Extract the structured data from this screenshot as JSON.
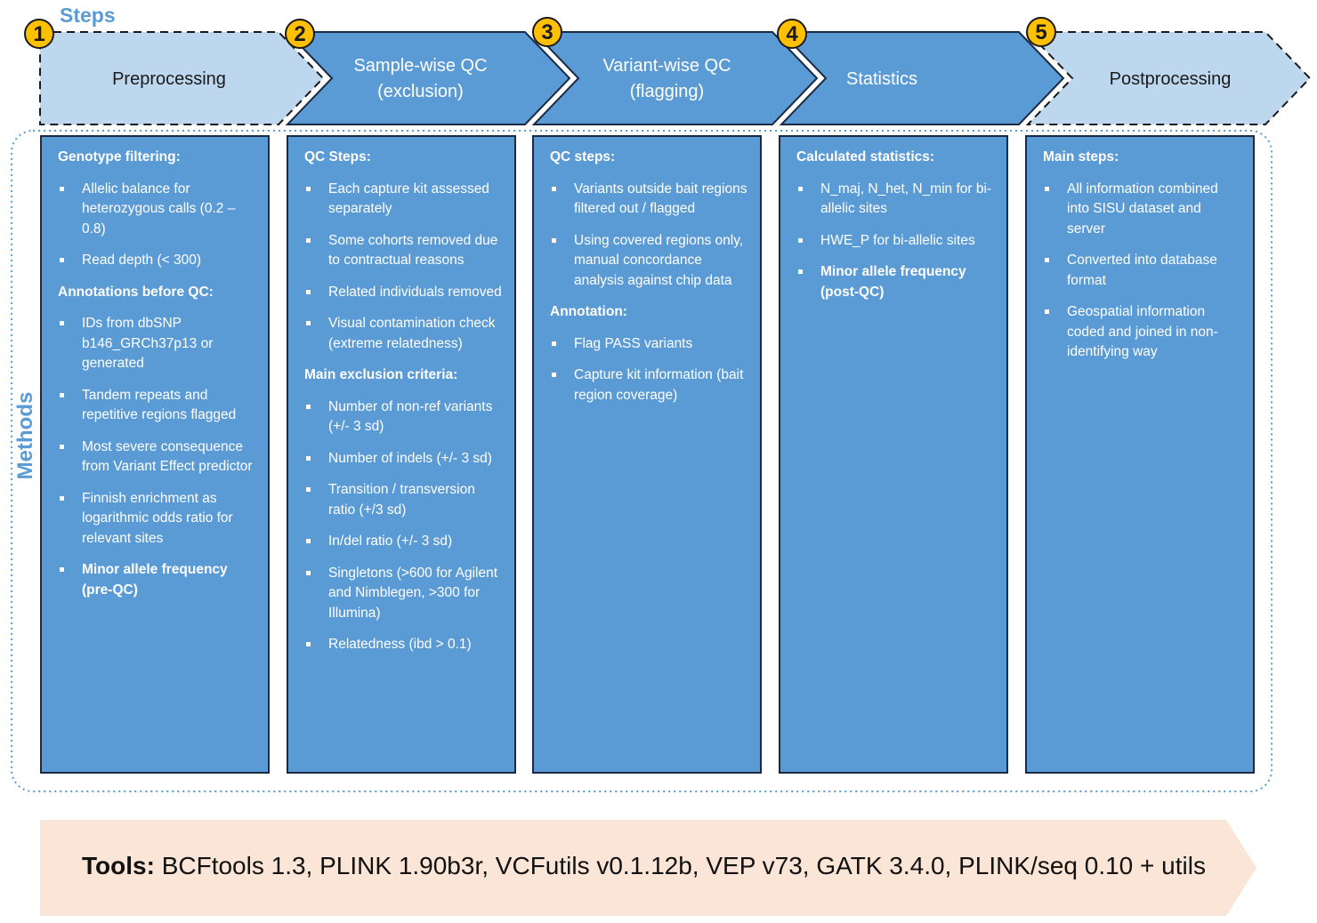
{
  "steps_label": "Steps",
  "methods_label": "Methods",
  "steps": [
    {
      "number": "1",
      "title": [
        "Preprocessing"
      ]
    },
    {
      "number": "2",
      "title": [
        "Sample-wise QC",
        "(exclusion)"
      ]
    },
    {
      "number": "3",
      "title": [
        "Variant-wise QC",
        "(flagging)"
      ]
    },
    {
      "number": "4",
      "title": [
        "Statistics"
      ]
    },
    {
      "number": "5",
      "title": [
        "Postprocessing"
      ]
    }
  ],
  "columns": [
    {
      "sections": [
        {
          "heading": "Genotype filtering:",
          "items": [
            {
              "text": "Allelic balance for heterozygous calls (0.2 – 0.8)",
              "bold": false
            },
            {
              "text": "Read depth (< 300)",
              "bold": false
            }
          ]
        },
        {
          "heading": "Annotations before QC:",
          "items": [
            {
              "text": "IDs from dbSNP b146_GRCh37p13 or generated",
              "bold": false
            },
            {
              "text": "Tandem repeats and repetitive regions flagged",
              "bold": false
            },
            {
              "text": "Most severe consequence from Variant Effect predictor",
              "bold": false
            },
            {
              "text": "Finnish enrichment as logarithmic odds ratio for relevant sites",
              "bold": false
            },
            {
              "text": "Minor allele frequency (pre-QC)",
              "bold": true
            }
          ]
        }
      ]
    },
    {
      "sections": [
        {
          "heading": "QC Steps:",
          "items": [
            {
              "text": "Each capture kit assessed separately",
              "bold": false
            },
            {
              "text": "Some cohorts removed due to contractual reasons",
              "bold": false
            },
            {
              "text": "Related individuals removed",
              "bold": false
            },
            {
              "text": "Visual contamination check (extreme relatedness)",
              "bold": false
            }
          ]
        },
        {
          "heading": "Main exclusion criteria:",
          "items": [
            {
              "text": "Number of non-ref variants (+/- 3 sd)",
              "bold": false
            },
            {
              "text": "Number of indels (+/- 3 sd)",
              "bold": false
            },
            {
              "text": "Transition / transversion ratio (+/3 sd)",
              "bold": false
            },
            {
              "text": "In/del ratio (+/- 3 sd)",
              "bold": false
            },
            {
              "text": "Singletons (>600 for Agilent and Nimblegen, >300 for Illumina)",
              "bold": false
            },
            {
              "text": "Relatedness (ibd > 0.1)",
              "bold": false
            }
          ]
        }
      ]
    },
    {
      "sections": [
        {
          "heading": "QC steps:",
          "items": [
            {
              "text": "Variants outside bait regions filtered out / flagged",
              "bold": false
            },
            {
              "text": "Using covered regions only, manual concordance analysis against chip data",
              "bold": false
            }
          ]
        },
        {
          "heading": "Annotation:",
          "items": [
            {
              "text": "Flag PASS variants",
              "bold": false
            },
            {
              "text": "Capture kit information (bait region coverage)",
              "bold": false
            }
          ]
        }
      ]
    },
    {
      "sections": [
        {
          "heading": "Calculated statistics:",
          "items": [
            {
              "text": "N_maj, N_het, N_min for bi-allelic sites",
              "bold": false
            },
            {
              "text": "HWE_P for bi-allelic sites",
              "bold": false
            },
            {
              "text": "Minor allele frequency (post-QC)",
              "bold": true
            }
          ]
        }
      ]
    },
    {
      "sections": [
        {
          "heading": "Main steps:",
          "items": [
            {
              "text": "All information combined into SISU dataset and server",
              "bold": false
            },
            {
              "text": "Converted into database format",
              "bold": false
            },
            {
              "text": "Geospatial information coded and joined in non-identifying way",
              "bold": false
            }
          ]
        }
      ]
    }
  ],
  "tools": {
    "label": "Tools:",
    "text": "BCFtools 1.3, PLINK 1.90b3r, VCFutils v0.1.12b, VEP v73, GATK 3.4.0, PLINK/seq 0.10 + utils"
  },
  "colors": {
    "blue": "#5b9bd5",
    "light_blue": "#bdd7ee",
    "badge": "#ffc000",
    "tools_fill": "#fbe5d6"
  }
}
